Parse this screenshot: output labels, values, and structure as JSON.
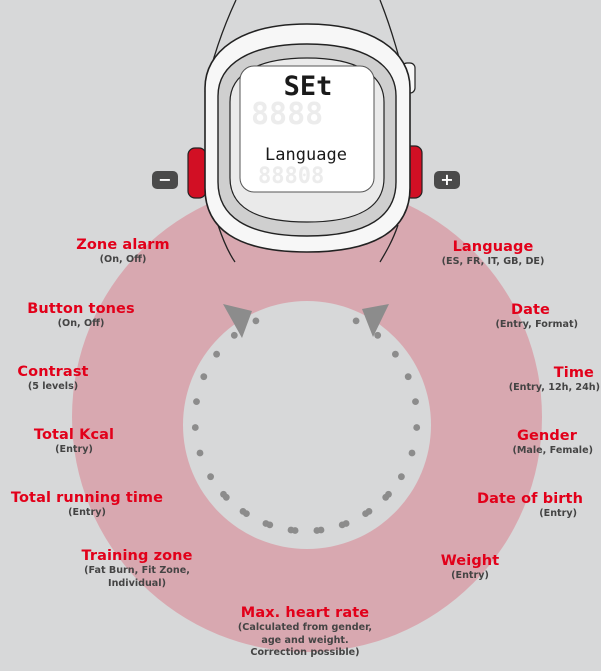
{
  "device": {
    "screen_lines": [
      "SEt",
      "Language"
    ]
  },
  "buttons": {
    "minus_label": "−",
    "plus_label": "+"
  },
  "colors": {
    "background": "#d7d8d9",
    "ring": "#d8a8b0",
    "accent_red": "#e2001a",
    "dots": "#8c8c8c",
    "arrows": "#8c8c8c"
  },
  "left_items": [
    {
      "title": "Zone alarm",
      "sub": "(On, Off)"
    },
    {
      "title": "Button tones",
      "sub": "(On, Off)"
    },
    {
      "title": "Contrast",
      "sub": "(5 levels)"
    },
    {
      "title": "Total Kcal",
      "sub": "(Entry)"
    },
    {
      "title": "Total running time",
      "sub": "(Entry)"
    },
    {
      "title": "Training zone",
      "sub": "(Fat Burn, Fit Zone,",
      "sub2": "Individual)"
    }
  ],
  "right_items": [
    {
      "title": "Language",
      "sub": "(ES, FR, IT, GB, DE)"
    },
    {
      "title": "Date",
      "sub": "(Entry, Format)"
    },
    {
      "title": "Time",
      "sub": "(Entry, 12h, 24h)"
    },
    {
      "title": "Gender",
      "sub": "(Male, Female)"
    },
    {
      "title": "Date of birth",
      "sub": "(Entry)"
    },
    {
      "title": "Weight",
      "sub": "(Entry)"
    }
  ],
  "bottom_item": {
    "title": "Max. heart rate",
    "sub_lines": [
      "(Calculated from gender,",
      "age and weight.",
      "Correction possible)"
    ]
  }
}
